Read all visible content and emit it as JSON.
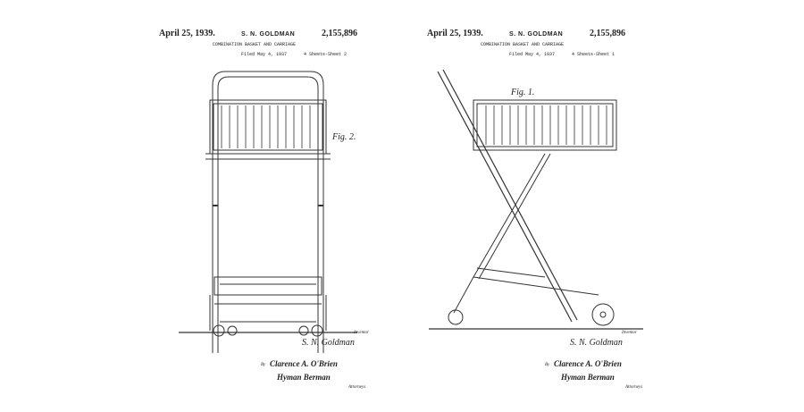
{
  "sheets": [
    {
      "date": "April 25, 1939.",
      "inventor_name": "S. N. GOLDMAN",
      "patent_number": "2,155,896",
      "title": "COMBINATION BASKET AND CARRIAGE",
      "filed": "Filed May 4, 1937",
      "sheet_label": "4 Sheets-Sheet 2",
      "figure": "Fig. 2.",
      "inventor_label": "Inventor",
      "inventor_signature": "S. N. Goldman",
      "by": "By",
      "attorney_1": "Clarence A. O'Brien",
      "attorney_2": "Hyman Berman",
      "attorneys_label": "Attorneys"
    },
    {
      "date": "April 25, 1939.",
      "inventor_name": "S. N. GOLDMAN",
      "patent_number": "2,155,896",
      "title": "COMBINATION BASKET AND CARRIAGE",
      "filed": "Filed May 4, 1937",
      "sheet_label": "4 Sheets-Sheet 1",
      "figure": "Fig. 1.",
      "inventor_label": "Inventor",
      "inventor_signature": "S. N. Goldman",
      "by": "By",
      "attorney_1": "Clarence A. O'Brien",
      "attorney_2": "Hyman Berman",
      "attorneys_label": "Attorneys"
    }
  ]
}
